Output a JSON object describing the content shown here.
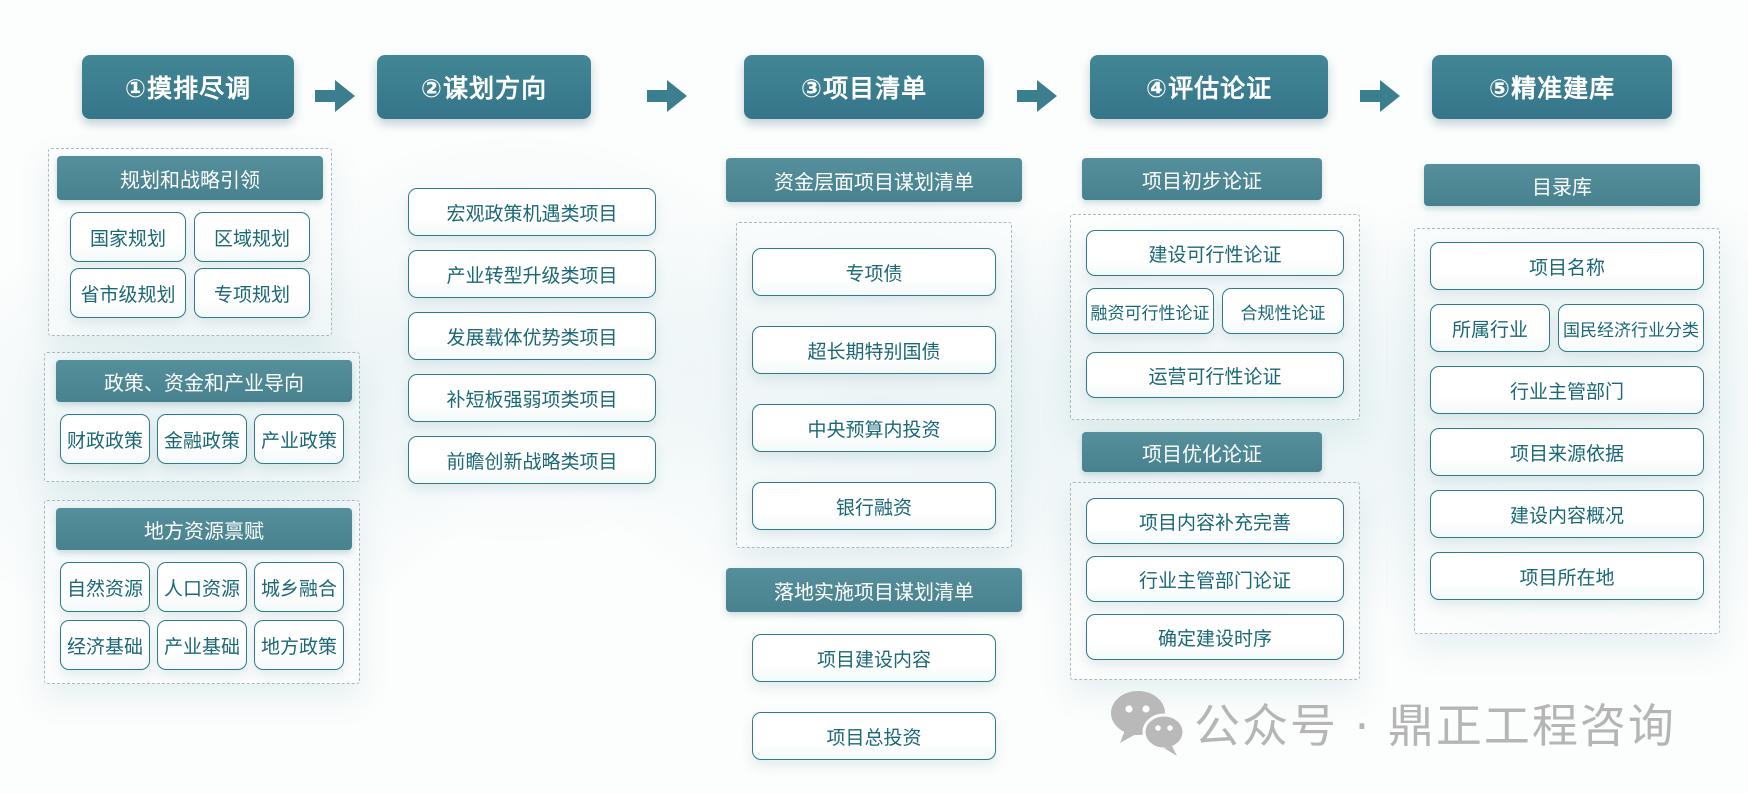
{
  "colors": {
    "accent_teal": "#3b7e8d",
    "subheader_teal": "#4f8a96",
    "box_border": "#2e7b89",
    "box_text": "#1a6875",
    "dashed_border": "#a8babe",
    "watermark_gray": "#b5b5b5"
  },
  "steps": [
    {
      "label": "①摸排尽调"
    },
    {
      "label": "②谋划方向"
    },
    {
      "label": "③项目清单"
    },
    {
      "label": "④评估论证"
    },
    {
      "label": "⑤精准建库"
    }
  ],
  "column1": {
    "groups": [
      {
        "header": "规划和战略引领",
        "rows": [
          [
            "国家规划",
            "区域规划"
          ],
          [
            "省市级规划",
            "专项规划"
          ]
        ]
      },
      {
        "header": "政策、资金和产业导向",
        "rows": [
          [
            "财政政策",
            "金融政策",
            "产业政策"
          ]
        ]
      },
      {
        "header": "地方资源禀赋",
        "rows": [
          [
            "自然资源",
            "人口资源",
            "城乡融合"
          ],
          [
            "经济基础",
            "产业基础",
            "地方政策"
          ]
        ]
      }
    ]
  },
  "column2": {
    "boxes": [
      "宏观政策机遇类项目",
      "产业转型升级类项目",
      "发展载体优势类项目",
      "补短板强弱项类项目",
      "前瞻创新战略类项目"
    ]
  },
  "column3": {
    "sections": [
      {
        "header": "资金层面项目谋划清单",
        "boxes": [
          "专项债",
          "超长期特别国债",
          "中央预算内投资",
          "银行融资"
        ]
      },
      {
        "header": "落地实施项目谋划清单",
        "boxes": [
          "项目建设内容",
          "项目总投资"
        ]
      }
    ]
  },
  "column4": {
    "sections": [
      {
        "header": "项目初步论证",
        "rows": [
          [
            "建设可行性论证"
          ],
          [
            "融资可行性论证",
            "合规性论证"
          ],
          [
            "运营可行性论证"
          ]
        ]
      },
      {
        "header": "项目优化论证",
        "rows": [
          [
            "项目内容补充完善"
          ],
          [
            "行业主管部门论证"
          ],
          [
            "确定建设时序"
          ]
        ]
      }
    ]
  },
  "column5": {
    "header": "目录库",
    "rows": [
      [
        "项目名称"
      ],
      [
        "所属行业",
        "国民经济行业分类"
      ],
      [
        "行业主管部门"
      ],
      [
        "项目来源依据"
      ],
      [
        "建设内容概况"
      ],
      [
        "项目所在地"
      ]
    ]
  },
  "watermark": {
    "icon": "wechat-icon",
    "text": "公众号 · 鼎正工程咨询"
  }
}
